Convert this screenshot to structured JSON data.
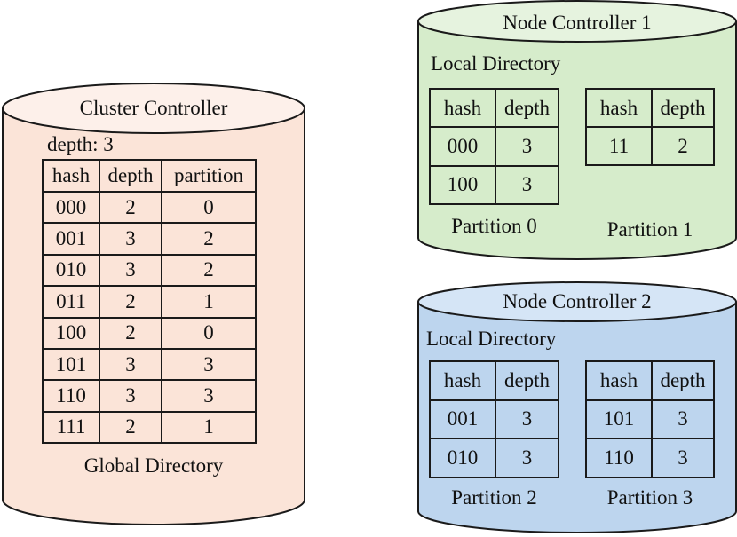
{
  "cluster": {
    "title": "Cluster Controller",
    "depth_label": "depth: 3",
    "footer": "Global Directory",
    "columns": [
      "hash",
      "depth",
      "partition"
    ],
    "rows": [
      [
        "000",
        "2",
        "0"
      ],
      [
        "001",
        "3",
        "2"
      ],
      [
        "010",
        "3",
        "2"
      ],
      [
        "011",
        "2",
        "1"
      ],
      [
        "100",
        "2",
        "0"
      ],
      [
        "101",
        "3",
        "3"
      ],
      [
        "110",
        "3",
        "3"
      ],
      [
        "111",
        "2",
        "1"
      ]
    ]
  },
  "node1": {
    "title": "Node Controller 1",
    "subtitle": "Local Directory",
    "fill": "#d6eccb",
    "partitions": [
      {
        "label": "Partition 0",
        "columns": [
          "hash",
          "depth"
        ],
        "rows": [
          [
            "000",
            "3"
          ],
          [
            "100",
            "3"
          ]
        ]
      },
      {
        "label": "Partition 1",
        "columns": [
          "hash",
          "depth"
        ],
        "rows": [
          [
            "11",
            "2"
          ]
        ]
      }
    ]
  },
  "node2": {
    "title": "Node Controller 2",
    "subtitle": "Local Directory",
    "fill": "#bdd5ee",
    "partitions": [
      {
        "label": "Partition 2",
        "columns": [
          "hash",
          "depth"
        ],
        "rows": [
          [
            "001",
            "3"
          ],
          [
            "010",
            "3"
          ]
        ]
      },
      {
        "label": "Partition 3",
        "columns": [
          "hash",
          "depth"
        ],
        "rows": [
          [
            "101",
            "3"
          ],
          [
            "110",
            "3"
          ]
        ]
      }
    ]
  },
  "colors": {
    "cluster_fill": "#fbe4d8",
    "node1_fill": "#d6eccb",
    "node2_fill": "#bdd5ee",
    "stroke": "#1a1a1a"
  }
}
